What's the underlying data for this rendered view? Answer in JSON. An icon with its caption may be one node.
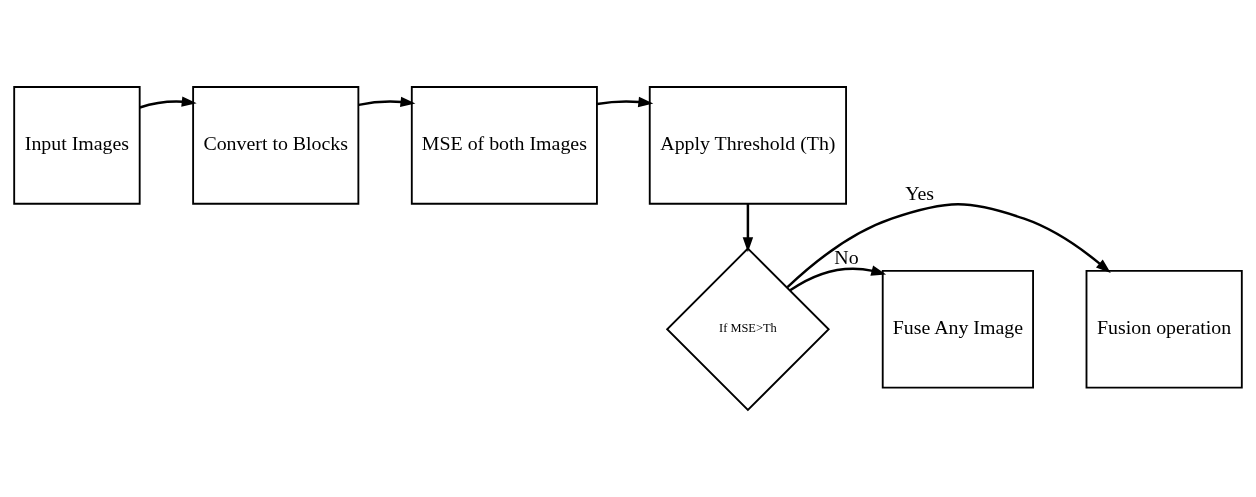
{
  "diagram": {
    "nodes": [
      {
        "text": [
          "Input Images"
        ]
      },
      {
        "text": [
          "Convert to Blocks"
        ]
      },
      {
        "text": [
          "MSE of both Images"
        ]
      },
      {
        "text": [
          "Apply Threshold (Th)"
        ]
      },
      {
        "text": [
          "If MSE>Th"
        ]
      },
      {
        "text": [
          "Fusion operation"
        ]
      },
      {
        "text": [
          "Fuse Any Image"
        ]
      }
    ],
    "edges": [
      {
        "from": 0,
        "to": 1,
        "arrow": "to"
      },
      {
        "from": 1,
        "to": 2,
        "arrow": "to"
      },
      {
        "from": 2,
        "to": 3,
        "arrow": "to"
      },
      {
        "from": 3,
        "to": 4,
        "arrow": "to"
      },
      {
        "from": 4,
        "to": 5,
        "arrow": "to",
        "label": "Yes"
      },
      {
        "from": 4,
        "to": 6,
        "arrow": "to",
        "label": "No"
      }
    ]
  }
}
